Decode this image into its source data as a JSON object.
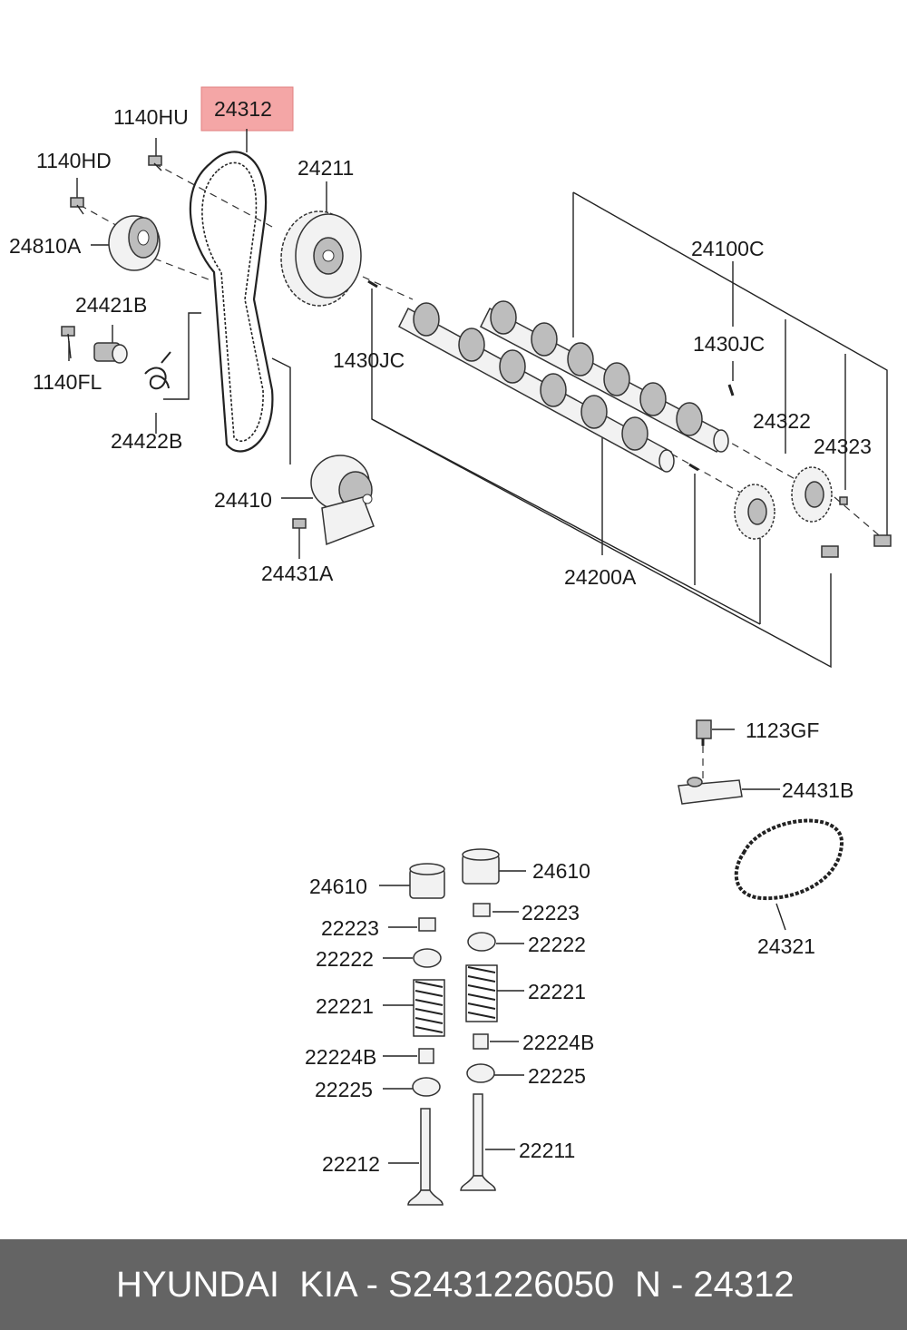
{
  "highlight_color": "#f4a6a6",
  "footer_bg": "#646464",
  "labels": {
    "p24312": "24312",
    "p1140HU": "1140HU",
    "p1140HD": "1140HD",
    "p24211": "24211",
    "p24810A": "24810A",
    "p24100C": "24100C",
    "p24421B": "24421B",
    "p1430JC_left": "1430JC",
    "p1430JC_right": "1430JC",
    "p1140FL": "1140FL",
    "p24422B": "24422B",
    "p24322": "24322",
    "p24323": "24323",
    "p24410": "24410",
    "p24431A": "24431A",
    "p24200A": "24200A",
    "p1123GF": "1123GF",
    "p24431B": "24431B",
    "p24321": "24321",
    "p24610_left": "24610",
    "p24610_right": "24610",
    "p22223_left": "22223",
    "p22223_right": "22223",
    "p22222_left": "22222",
    "p22222_right": "22222",
    "p22221_left": "22221",
    "p22221_right": "22221",
    "p22224B_left": "22224B",
    "p22224B_right": "22224B",
    "p22225_left": "22225",
    "p22225_right": "22225",
    "p22212": "22212",
    "p22211": "22211"
  },
  "footer": {
    "brand_text": "HYUNDAI  KIA - S2431226050",
    "ref_text": "N - 24312"
  }
}
